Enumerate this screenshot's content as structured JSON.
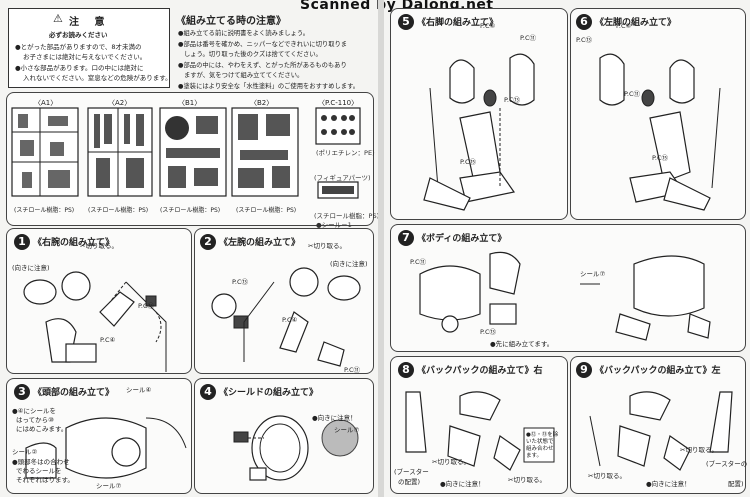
{
  "banner": "Scanned by Dalong.net",
  "caution": {
    "title": "注 意",
    "lines": [
      "必ずお読みください",
      "●とがった部品がありますので、8才未満の",
      "お子さまには絶対に与えないでください。",
      "●小さな部品があります。口の中には絶対に",
      "入れないでください。窒息などの危険があります。"
    ]
  },
  "notes": {
    "title": "《組み立てる時の注意》",
    "lines": [
      "●組み立てる前に説明書をよく読みましょう。",
      "●部品は番号を確かめ、ニッパーなどできれいに切り取りま",
      "しょう。切り取った後のクズは捨ててください。",
      "●部品の中には、やわをえず、とがった所があるものもあり",
      "ますが、気をつけて組み立ててください。",
      "●塗装にはより安全な「水性塗料」のご使用をおすすめします。"
    ]
  },
  "runners": [
    {
      "label": "〈A1〉",
      "material": "(スチロール樹脂：PS)"
    },
    {
      "label": "〈A2〉",
      "material": "(スチロール樹脂：PS)"
    },
    {
      "label": "〈B1〉",
      "material": "(スチロール樹脂：PS)"
    },
    {
      "label": "〈B2〉",
      "material": "(スチロール樹脂：PS)"
    },
    {
      "label": "〈P.C-110〉",
      "material": "(スチロール樹脂：PS)"
    }
  ],
  "runner_extra": {
    "polyethylene": "(ポリエチレン：PE)",
    "figure": "(フィギュアパーツ)",
    "seal": "●シール－1"
  },
  "steps": {
    "s1": {
      "num": "1",
      "title": "《右腕の組み立て》",
      "callouts": [
        "✂切り取る。",
        "(向きに注意)",
        "P.C⑬",
        "P.C④"
      ]
    },
    "s2": {
      "num": "2",
      "title": "《左腕の組み立て》",
      "callouts": [
        "✂切り取る。",
        "(向きに注意)",
        "P.C⑬",
        "P.C④",
        "P.C⑪"
      ]
    },
    "s3": {
      "num": "3",
      "title": "《頭部の組み立て》",
      "callouts": [
        "シール④",
        "●④にシールを",
        "はってから⑩",
        "にはめこみます。",
        "シール②",
        "●頭部冬はの合わせ",
        "でわるシールを",
        "それぞれはります。",
        "シール⑦"
      ]
    },
    "s4": {
      "num": "4",
      "title": "《シールドの組み立て》",
      "callouts": [
        "●向きに注意！",
        "シール⑦"
      ]
    },
    "s5": {
      "num": "5",
      "title": "《右脚の組み立て》",
      "callouts": [
        "P.C⑥",
        "P.C⑪",
        "P.C⑬",
        "P.C⑮"
      ]
    },
    "s6": {
      "num": "6",
      "title": "《左脚の組み立て》",
      "callouts": [
        "P.C⑥",
        "P.C⑬",
        "P.C⑪",
        "P.C⑮"
      ]
    },
    "s7": {
      "num": "7",
      "title": "《ボディの組み立て》",
      "callouts": [
        "P.C⑪",
        "シール⑦",
        "P.C⑬",
        "●先に組み立てます。"
      ]
    },
    "s8": {
      "num": "8",
      "title": "《バックパックの組み立て》右",
      "callouts": [
        "(ブースター",
        "の配置)",
        "✂切り取る。",
        "●向きに注意！",
        "✂切り取る。",
        "●⑫・⑬を除",
        "いた状態で",
        "組み合わせ",
        "ます。"
      ]
    },
    "s9": {
      "num": "9",
      "title": "《バックパックの組み立て》左",
      "callouts": [
        "(ブースターの",
        "配置)",
        "✂切り取る。",
        "●向きに注意！",
        "✂切り取る。"
      ]
    }
  }
}
